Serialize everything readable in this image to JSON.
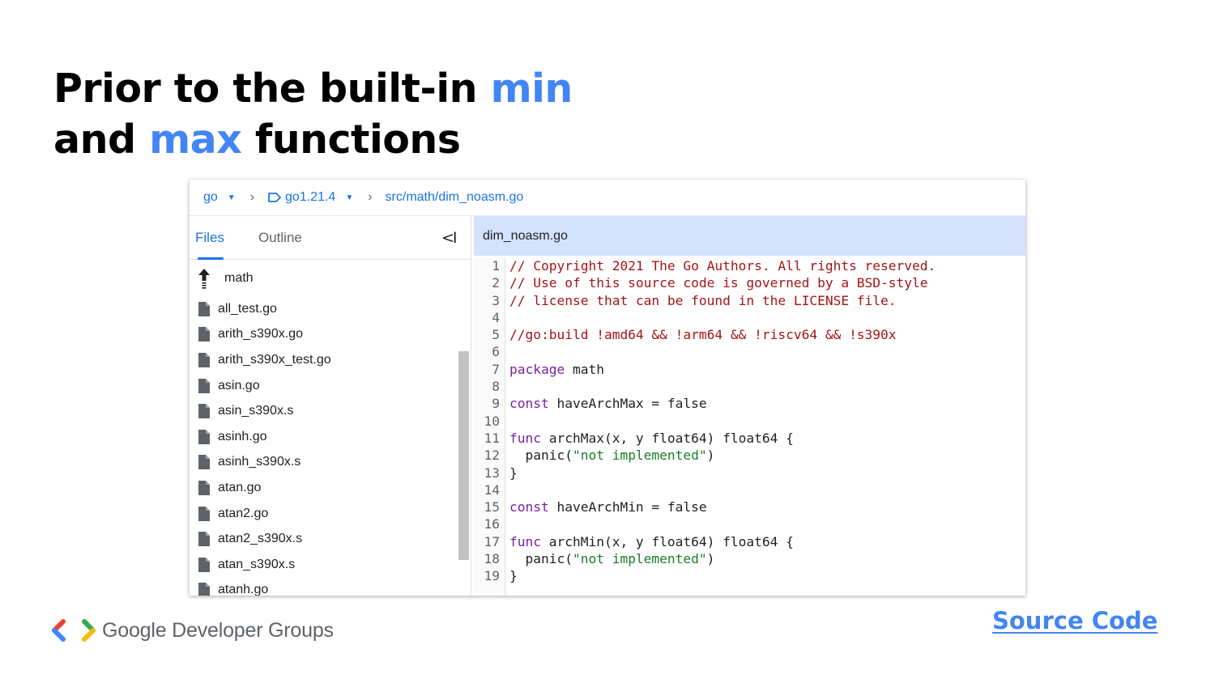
{
  "slide": {
    "title_line1_prefix": "Prior to the built-in ",
    "title_line1_highlight": "min",
    "title_line2_prefix": "and ",
    "title_line2_highlight": "max",
    "title_line2_suffix": " functions",
    "highlight_color": "#4285f4"
  },
  "breadcrumb": {
    "repo": "go",
    "version": "go1.21.4",
    "path": "src/math/dim_noasm.go",
    "separator_icon": "chevron-right-icon",
    "dropdown_icon": "caret-down-icon"
  },
  "sidebar": {
    "tabs": [
      {
        "label": "Files",
        "active": true
      },
      {
        "label": "Outline",
        "active": false
      }
    ],
    "collapse_label": "<I",
    "parent_dir": "math",
    "files": [
      "all_test.go",
      "arith_s390x.go",
      "arith_s390x_test.go",
      "asin.go",
      "asin_s390x.s",
      "asinh.go",
      "asinh_s390x.s",
      "atan.go",
      "atan2.go",
      "atan2_s390x.s",
      "atan_s390x.s",
      "atanh.go"
    ]
  },
  "editor": {
    "filename": "dim_noasm.go",
    "lines": [
      {
        "n": "1",
        "segments": [
          {
            "t": "// Copyright 2021 The Go Authors. All rights reserved.",
            "c": "cm"
          }
        ]
      },
      {
        "n": "2",
        "segments": [
          {
            "t": "// Use of this source code is governed by a BSD-style",
            "c": "cm"
          }
        ]
      },
      {
        "n": "3",
        "segments": [
          {
            "t": "// license that can be found in the LICENSE file.",
            "c": "cm"
          }
        ]
      },
      {
        "n": "4",
        "segments": []
      },
      {
        "n": "5",
        "segments": [
          {
            "t": "//go:build !amd64 && !arm64 && !riscv64 && !s390x",
            "c": "cm"
          }
        ]
      },
      {
        "n": "6",
        "segments": []
      },
      {
        "n": "7",
        "segments": [
          {
            "t": "package",
            "c": "kw"
          },
          {
            "t": " math",
            "c": ""
          }
        ]
      },
      {
        "n": "8",
        "segments": []
      },
      {
        "n": "9",
        "segments": [
          {
            "t": "const",
            "c": "kw"
          },
          {
            "t": " haveArchMax = false",
            "c": ""
          }
        ]
      },
      {
        "n": "10",
        "segments": []
      },
      {
        "n": "11",
        "segments": [
          {
            "t": "func",
            "c": "kw"
          },
          {
            "t": " archMax(x, y float64) float64 {",
            "c": ""
          }
        ]
      },
      {
        "n": "12",
        "segments": [
          {
            "t": "  panic(",
            "c": ""
          },
          {
            "t": "\"not implemented\"",
            "c": "str"
          },
          {
            "t": ")",
            "c": ""
          }
        ]
      },
      {
        "n": "13",
        "segments": [
          {
            "t": "}",
            "c": ""
          }
        ]
      },
      {
        "n": "14",
        "segments": []
      },
      {
        "n": "15",
        "segments": [
          {
            "t": "const",
            "c": "kw"
          },
          {
            "t": " haveArchMin = false",
            "c": ""
          }
        ]
      },
      {
        "n": "16",
        "segments": []
      },
      {
        "n": "17",
        "segments": [
          {
            "t": "func",
            "c": "kw"
          },
          {
            "t": " archMin(x, y float64) float64 {",
            "c": ""
          }
        ]
      },
      {
        "n": "18",
        "segments": [
          {
            "t": "  panic(",
            "c": ""
          },
          {
            "t": "\"not implemented\"",
            "c": "str"
          },
          {
            "t": ")",
            "c": ""
          }
        ]
      },
      {
        "n": "19",
        "segments": [
          {
            "t": "}",
            "c": ""
          }
        ]
      }
    ]
  },
  "footer": {
    "logo_text": "Google Developer Groups",
    "logo_colors": [
      "#ea4335",
      "#4285f4",
      "#34a853",
      "#fbbc04"
    ],
    "source_link": "Source Code"
  }
}
